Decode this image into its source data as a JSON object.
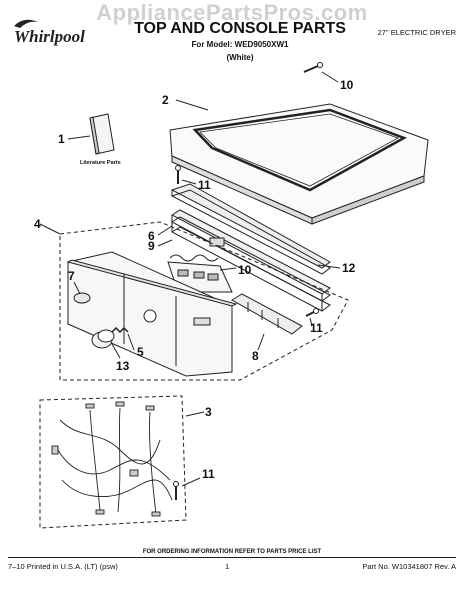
{
  "watermark": "AppliancePartsPros.com",
  "brand": "Whirlpool",
  "title": "TOP AND CONSOLE PARTS",
  "model_line": "For Model: WED9050XW1",
  "color_line": "(White)",
  "product_type": "27\" ELECTRIC DRYER",
  "literature_label": "Literature Parts",
  "callouts": [
    "1",
    "2",
    "3",
    "4",
    "5",
    "6",
    "7",
    "8",
    "9",
    "10",
    "10",
    "11",
    "11",
    "11",
    "12",
    "13"
  ],
  "ordering_note": "FOR ORDERING INFORMATION REFER TO PARTS PRICE LIST",
  "footer": {
    "left": "7–10 Printed in U.S.A. (LT) (psw)",
    "page": "1",
    "right": "Part No. W10341807 Rev. A"
  }
}
